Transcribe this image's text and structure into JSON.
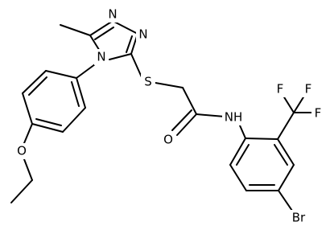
{
  "molecule": {
    "atoms": {
      "n_top": "N",
      "n_right": "N",
      "n_ring": "N",
      "s": "S",
      "o_carbonyl": "O",
      "nh": "NH",
      "o_ether": "O",
      "f_top_left": "F",
      "f_top_right": "F",
      "f_right": "F",
      "br": "Br"
    }
  },
  "colors": {
    "bond": "#000000",
    "text": "#000000",
    "background": "#ffffff"
  }
}
